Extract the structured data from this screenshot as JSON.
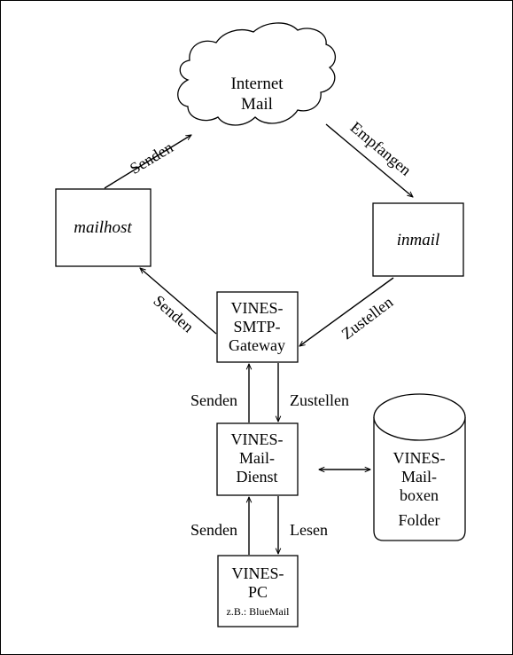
{
  "cloud": {
    "line1": "Internet",
    "line2": "Mail"
  },
  "mailhost": {
    "label": "mailhost"
  },
  "inmail": {
    "label": "inmail"
  },
  "gateway": {
    "line1": "VINES-",
    "line2": "SMTP-",
    "line3": "Gateway"
  },
  "maildienst": {
    "line1": "VINES-",
    "line2": "Mail-",
    "line3": "Dienst"
  },
  "pc": {
    "line1": "VINES-",
    "line2": "PC",
    "line3": "z.B.: BlueMail"
  },
  "mailboxen": {
    "line1": "VINES-",
    "line2": "Mail-",
    "line3": "boxen",
    "folder": "Folder"
  },
  "edges": {
    "senden_to_internet": "Senden",
    "empfangen": "Empfangen",
    "senden_to_mailhost": "Senden",
    "zustellen_to_gateway": "Zustellen",
    "senden_to_gateway": "Senden",
    "zustellen_to_dienst": "Zustellen",
    "senden_to_dienst": "Senden",
    "lesen": "Lesen"
  }
}
